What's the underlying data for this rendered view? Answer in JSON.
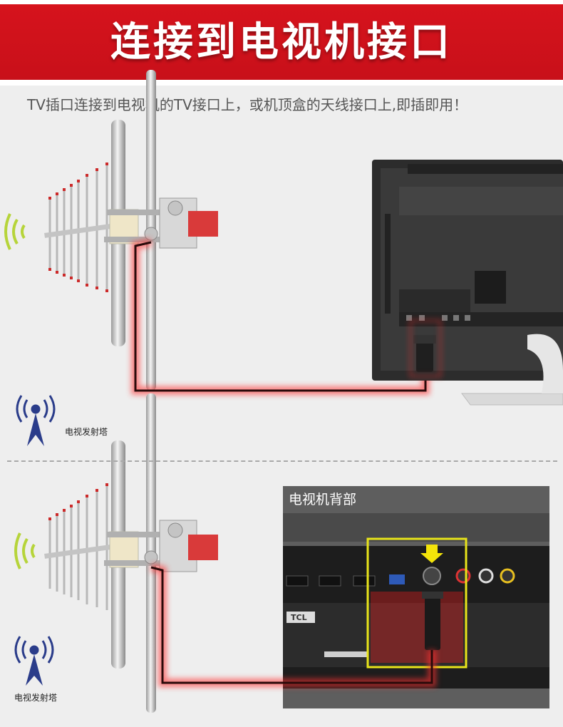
{
  "banner": {
    "title": "连接到电视机接口"
  },
  "instruction": "TV插口连接到电视机的TV接口上，或机顶盒的天线接口上,即插即用！",
  "top_section": {
    "tower_label": "电视发射塔"
  },
  "bottom_section": {
    "tower_label": "电视发射塔",
    "panel_label": "电视机背部",
    "brand": "TCL"
  },
  "colors": {
    "banner": "#c8101a",
    "cable_glow": "#ff2a2a",
    "highlight_frame": "#e8e41a",
    "arrow": "#f4e40a",
    "signal_wave": "#b6d43a",
    "tower_icon": "#2a3c8a"
  }
}
